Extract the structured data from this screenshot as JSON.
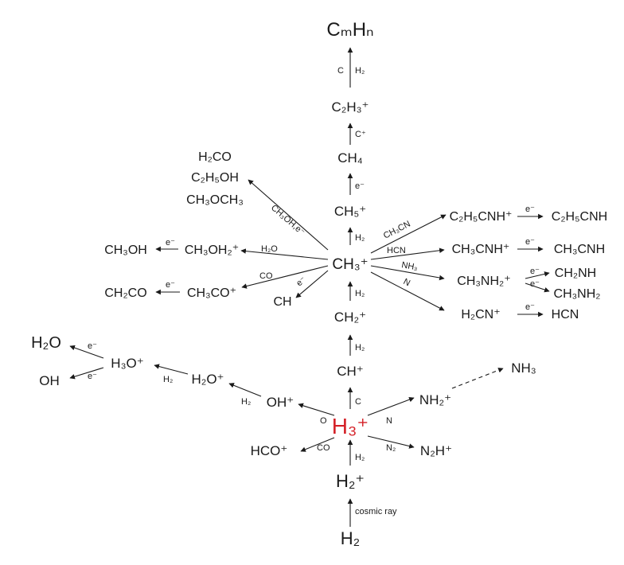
{
  "colors": {
    "ink": "#1a1a1a",
    "accent": "#d42027",
    "background": "#ffffff"
  },
  "species": {
    "h2": "H₂",
    "h2_plus": "H₂⁺",
    "h3_plus": "H₃⁺",
    "ch_plus": "CH⁺",
    "ch2_plus": "CH₂⁺",
    "ch3_plus": "CH₃⁺",
    "ch5_plus": "CH₅⁺",
    "ch4": "CH₄",
    "c2h3_plus": "C₂H₃⁺",
    "cmhn": "CₘHₙ",
    "oh_plus": "OH⁺",
    "h2o_plus": "H₂O⁺",
    "h3o_plus": "H₃O⁺",
    "h2o": "H₂O",
    "oh": "OH",
    "hco_plus": "HCO⁺",
    "nh2_plus": "NH₂⁺",
    "nh3": "NH₃",
    "n2h_plus": "N₂H⁺",
    "h2co": "H₂CO",
    "c2h5oh": "C₂H₅OH",
    "ch3och3": "CH₃OCH₃",
    "ch3oh2_plus": "CH₃OH₂⁺",
    "ch3oh": "CH₃OH",
    "ch3co_plus": "CH₃CO⁺",
    "ch2co": "CH₂CO",
    "ch": "CH",
    "c2h5cnh_plus": "C₂H₅CNH⁺",
    "c2h5cnh": "C₂H₅CNH",
    "ch3cnh_plus": "CH₃CNH⁺",
    "ch3cnh": "CH₃CNH",
    "ch3nh2_plus": "CH₃NH₂⁺",
    "ch2nh": "CH₂NH",
    "ch3nh2": "CH₃NH₂",
    "h2cn_plus": "H₂CN⁺",
    "hcn": "HCN"
  },
  "labels": {
    "cosmic_ray": "cosmic ray",
    "h2": "H₂",
    "c": "C",
    "c_plus": "C⁺",
    "e": "e⁻",
    "o": "O",
    "co": "CO",
    "n": "N",
    "n2": "N₂",
    "h2o": "H₂O",
    "ch3oh_e": "CH₃OH,e⁻",
    "ch3cn": "CH₃CN",
    "hcn": "HCN",
    "nh3": "NH₃"
  }
}
